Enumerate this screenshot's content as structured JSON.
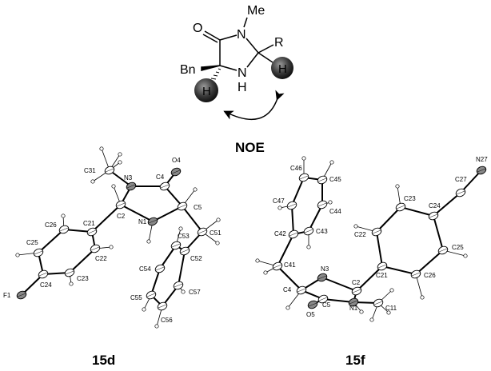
{
  "scheme": {
    "me": "Me",
    "o": "O",
    "n_top": "N",
    "r": "R",
    "bn": "Bn",
    "n_bottom": "N",
    "h_nh": "H",
    "h_left": "H",
    "h_right": "H",
    "noe": "NOE"
  },
  "structure_15d": {
    "name": "15d",
    "atoms": [
      "C31",
      "N3",
      "C4",
      "O4",
      "C5",
      "N1",
      "C2",
      "C21",
      "C26",
      "C25",
      "C24",
      "F1",
      "C23",
      "C22",
      "C51",
      "C52",
      "C53",
      "C54",
      "C55",
      "C56",
      "C57"
    ]
  },
  "structure_15f": {
    "name": "15f",
    "atoms": [
      "N27",
      "C27",
      "C24",
      "C23",
      "C22",
      "C25",
      "C26",
      "C21",
      "C2",
      "N1",
      "C11",
      "C5",
      "O5",
      "C4",
      "N3",
      "C41",
      "C42",
      "C43",
      "C44",
      "C45",
      "C46",
      "C47"
    ]
  }
}
